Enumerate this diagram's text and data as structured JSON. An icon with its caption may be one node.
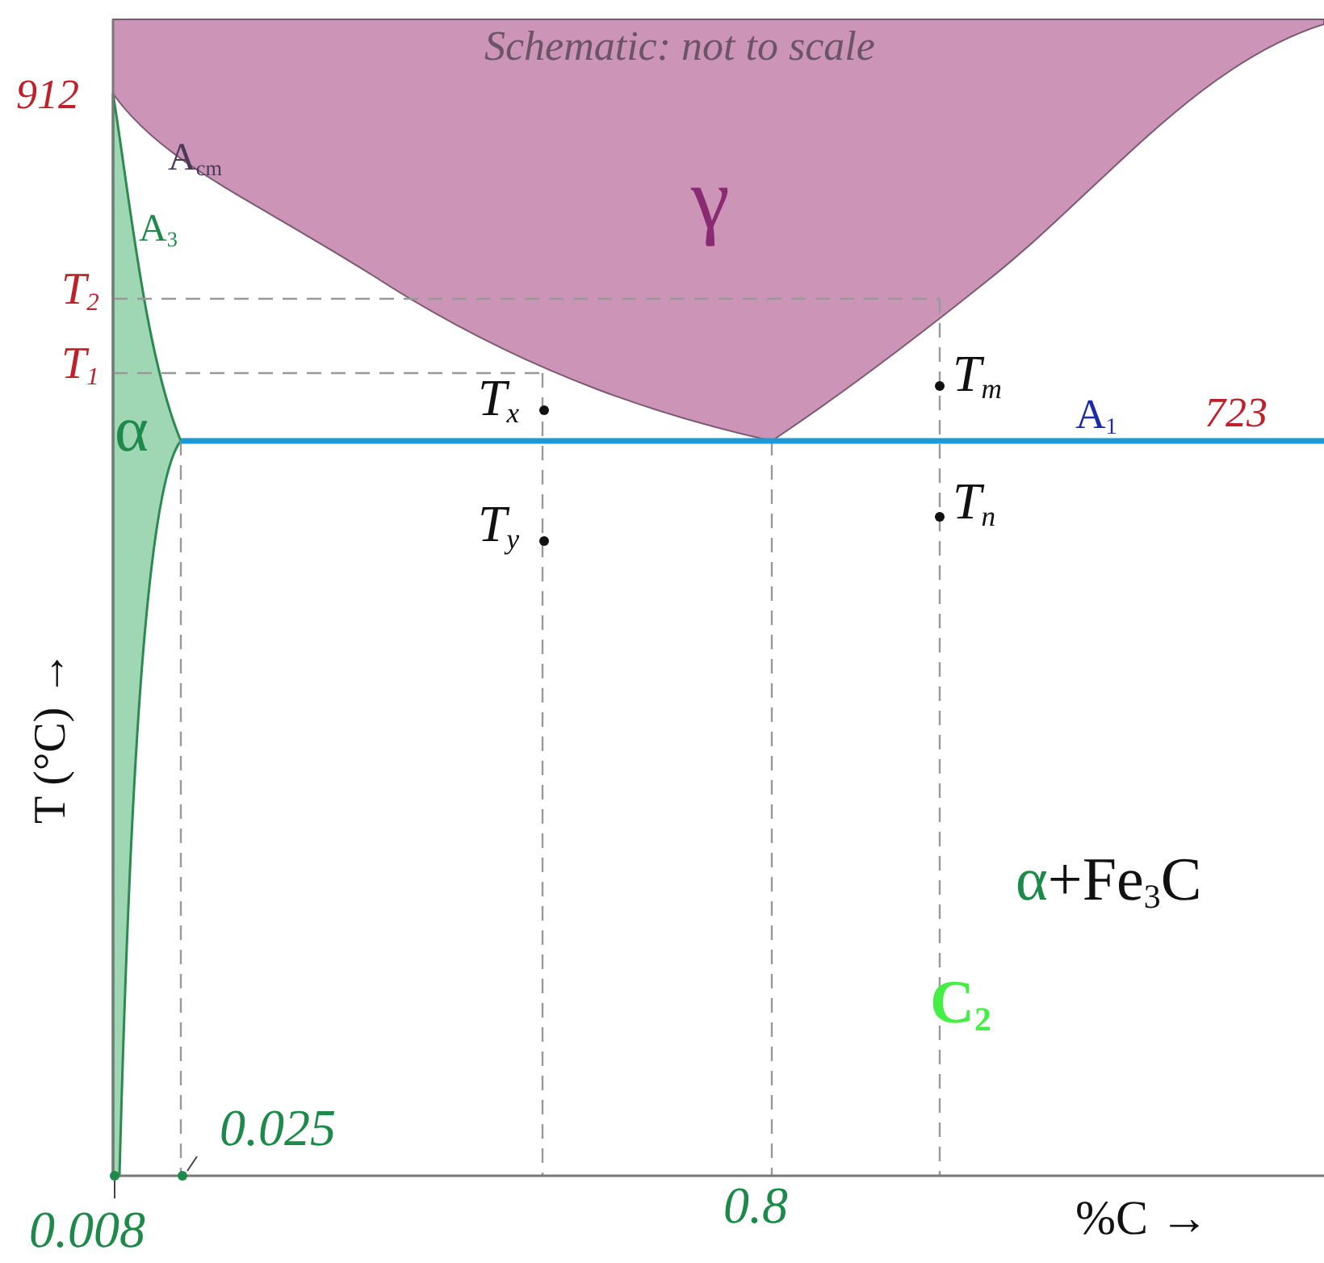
{
  "diagram": {
    "nodes": [
      {
        "text": [
          "0.025"
        ]
      },
      {
        "text": [
          "0.008"
        ]
      },
      {
        "text": [],
        "shape": "circle"
      },
      {
        "text": [],
        "shape": "circle"
      }
    ],
    "edges": [
      {
        "from": 0,
        "to": 3,
        "arrow": "none"
      },
      {
        "from": 1,
        "to": 2,
        "arrow": "none"
      }
    ],
    "labels": [
      "Schematic: not to scale",
      "912",
      "A$_{cm}$",
      "γ",
      "A$_{3}$",
      "T$_{2}$",
      "T$_{1}$",
      "α",
      "T$_{x}$",
      "T$_{m}$",
      "A$_{1}$",
      "723",
      "T$_{y}$",
      "T$_{n}$",
      "T (°C) →",
      "α+Fe$_{3}$C",
      "C$_{2}$",
      "0.8",
      "%C →"
    ]
  }
}
